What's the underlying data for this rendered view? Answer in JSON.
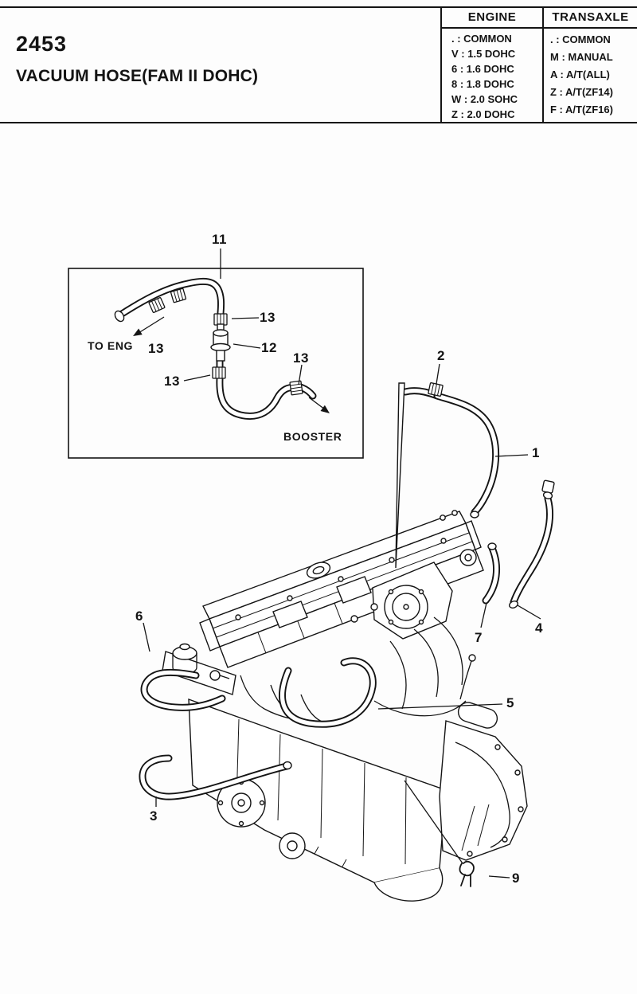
{
  "header": {
    "code": "2453",
    "title": "VACUUM HOSE(FAM II DOHC)"
  },
  "legend": {
    "engine": {
      "title": "ENGINE",
      "rows": [
        ". : COMMON",
        "V : 1.5 DOHC",
        "6 : 1.6 DOHC",
        "8 : 1.8 DOHC",
        "W : 2.0 SOHC",
        "Z : 2.0 DOHC"
      ]
    },
    "transaxle": {
      "title": "TRANSAXLE",
      "rows": [
        ". : COMMON",
        "M : MANUAL",
        "A : A/T(ALL)",
        "Z : A/T(ZF14)",
        "F : A/T(ZF16)"
      ]
    }
  },
  "figure": {
    "inset": {
      "c11": "11",
      "c12": "12",
      "thirteens": [
        "13",
        "13",
        "13",
        "13"
      ],
      "to_eng": "TO ENG",
      "booster": "BOOSTER"
    },
    "callouts": {
      "c1": "1",
      "c2": "2",
      "c3": "3",
      "c4": "4",
      "c5": "5",
      "c6": "6",
      "c7": "7",
      "c9": "9"
    }
  }
}
